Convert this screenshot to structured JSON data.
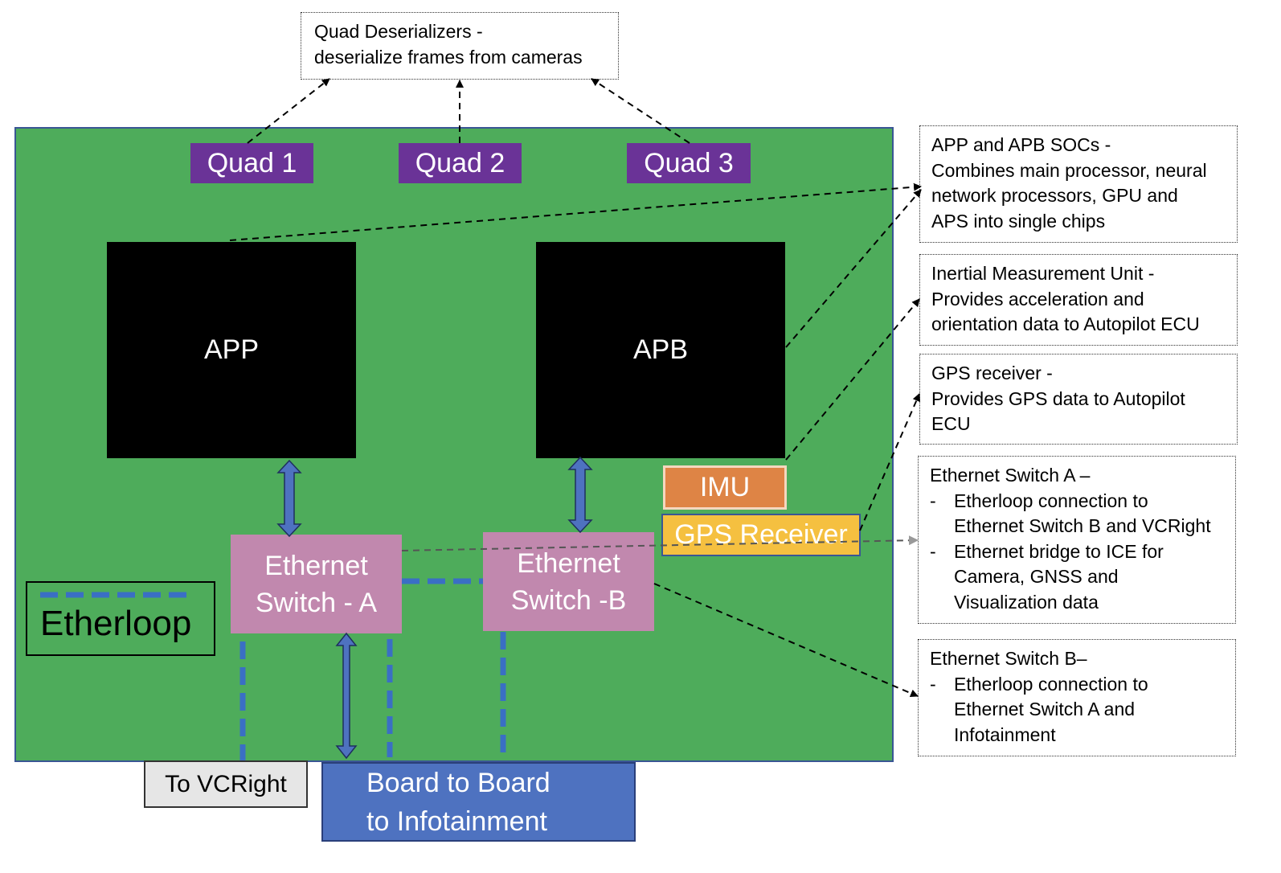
{
  "board": {
    "quads": [
      {
        "label": "Quad 1"
      },
      {
        "label": "Quad 2"
      },
      {
        "label": "Quad 3"
      }
    ],
    "socs": [
      {
        "label": "APP"
      },
      {
        "label": "APB"
      }
    ],
    "switches": [
      {
        "line1": "Ethernet",
        "line2": "Switch - A"
      },
      {
        "line1": "Ethernet",
        "line2": "Switch -B"
      }
    ],
    "imu": {
      "label": "IMU"
    },
    "gps": {
      "label": "GPS Receiver"
    },
    "legend": {
      "label": "Etherloop"
    }
  },
  "external": {
    "to_vcright": "To VCRight",
    "board_to_board": {
      "line1": "Board to Board",
      "line2": "to Infotainment"
    }
  },
  "notes": {
    "deserializers": {
      "line1": "Quad Deserializers -",
      "line2": "deserialize frames from cameras"
    },
    "socs": {
      "line1": "APP and APB SOCs -",
      "line2": "Combines main processor, neural",
      "line3": "network processors, GPU and",
      "line4": "APS into single chips"
    },
    "imu": {
      "line1": "Inertial Measurement Unit -",
      "line2": "Provides acceleration and",
      "line3": "orientation data to Autopilot ECU"
    },
    "gps": {
      "line1": "GPS receiver -",
      "line2": "Provides GPS data to Autopilot",
      "line3": "ECU"
    },
    "switch_a": {
      "title": "Ethernet Switch A –",
      "bullets": [
        {
          "marker": "-",
          "line1": "Etherloop connection to",
          "line2": "Ethernet Switch B and VCRight"
        },
        {
          "marker": "-",
          "line1": "Ethernet bridge to ICE for",
          "line2": "Camera, GNSS and",
          "line3": "Visualization data"
        }
      ]
    },
    "switch_b": {
      "title": "Ethernet Switch B–",
      "bullets": [
        {
          "marker": "-",
          "line1": "Etherloop connection to",
          "line2": "Ethernet Switch A and",
          "line3": "Infotainment"
        }
      ]
    }
  },
  "colors": {
    "board": "#4eac5b",
    "quad": "#6a3397",
    "switch": "#c188ae",
    "imu": "#de8445",
    "gps": "#f5c040",
    "etherloop": "#3a6fc4",
    "b2b": "#4e72c0"
  }
}
